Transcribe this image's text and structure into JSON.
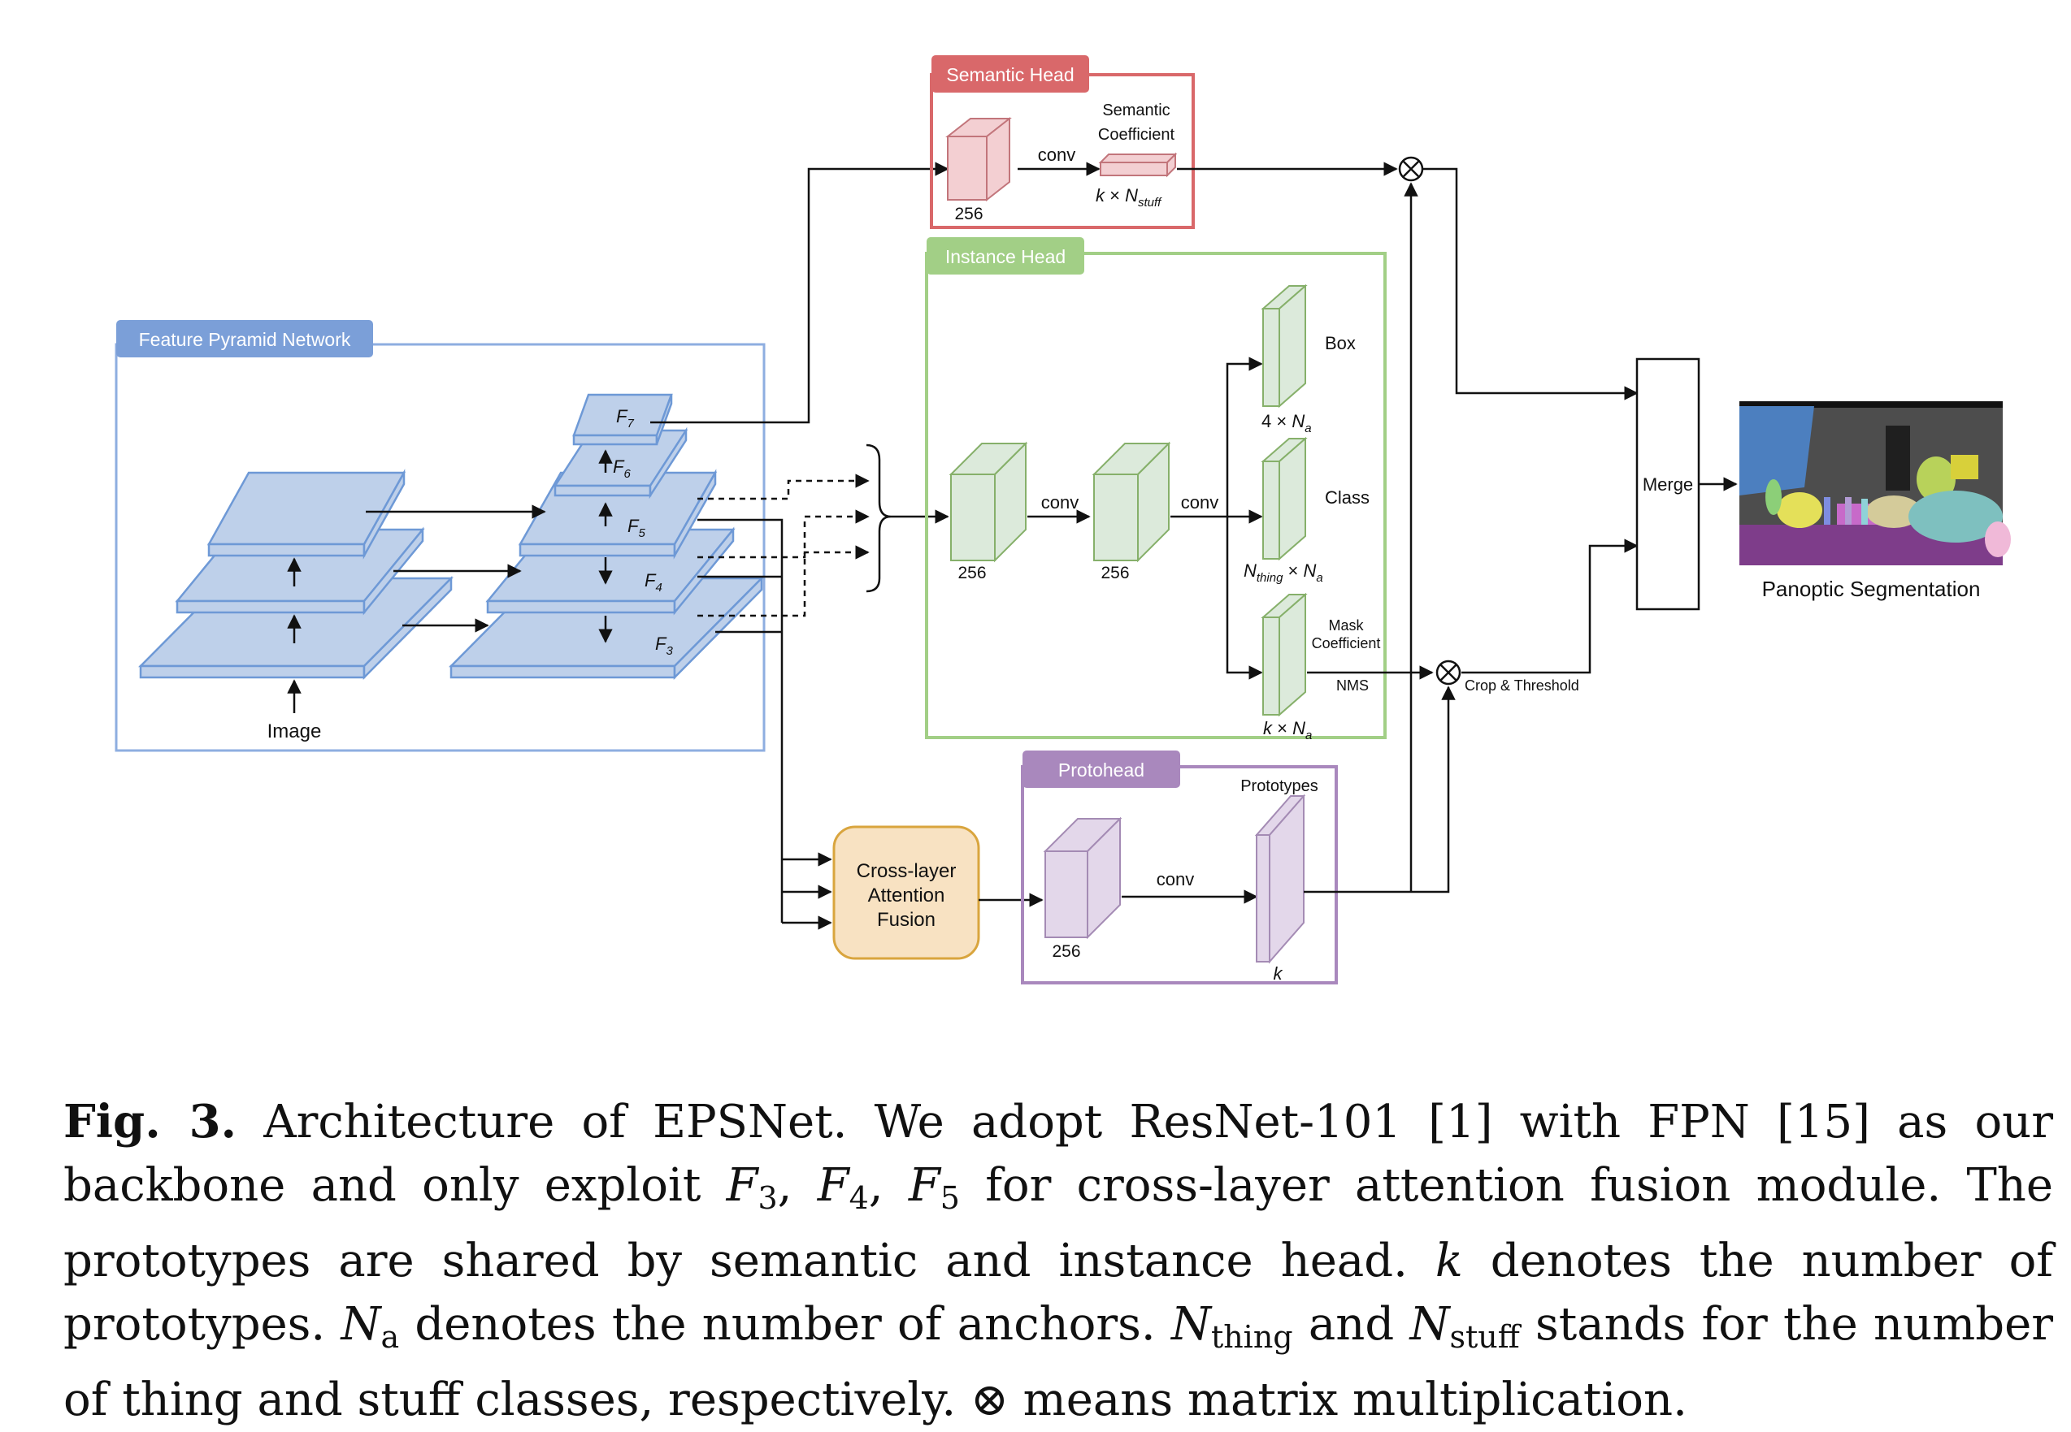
{
  "fpn": {
    "title": "Feature Pyramid Network",
    "input_label": "Image",
    "levels": [
      "F7",
      "F6",
      "F5",
      "F4",
      "F3"
    ]
  },
  "semantic_head": {
    "title": "Semantic Head",
    "channels": "256",
    "conv": "conv",
    "coef_label": [
      "Semantic",
      "Coefficient"
    ],
    "coef_dim": "k × N_stuff"
  },
  "instance_head": {
    "title": "Instance Head",
    "channels_a": "256",
    "channels_b": "256",
    "conv_a": "conv",
    "conv_b": "conv",
    "box_label": "Box",
    "box_dim": "4 × N_a",
    "class_label": "Class",
    "class_dim": "N_thing × N_a",
    "mask_label": [
      "Mask",
      "Coefficient"
    ],
    "mask_dim": "k × N_a",
    "nms": "NMS"
  },
  "fusion": {
    "label": [
      "Cross-layer",
      "Attention",
      "Fusion"
    ]
  },
  "protohead": {
    "title": "Protohead",
    "channels": "256",
    "conv": "conv",
    "proto_label": "Prototypes",
    "proto_dim": "k"
  },
  "post": {
    "crop": "Crop & Threshold",
    "merge": "Merge",
    "output": "Panoptic Segmentation"
  },
  "colors": {
    "semantic": "#d9686a",
    "instance": "#a2cf86",
    "fpn": "#7b9fd8",
    "proto": "#a988bd",
    "fusion": "#f8e2c2",
    "fusion_border": "#d9a53e"
  },
  "caption": {
    "label": "Fig. 3.",
    "segments": [
      {
        "t": " Architecture of EPSNet. We adopt ResNet-101 [1] with FPN [15] as our backbone and only exploit "
      },
      {
        "m": "F",
        "s": "3"
      },
      {
        "t": ", "
      },
      {
        "m": "F",
        "s": "4"
      },
      {
        "t": ", "
      },
      {
        "m": "F",
        "s": "5"
      },
      {
        "t": " for cross-layer attention fusion module. The prototypes are shared by semantic and instance head. "
      },
      {
        "m": "k"
      },
      {
        "t": " denotes the number of prototypes. "
      },
      {
        "m": "N",
        "s": "a"
      },
      {
        "t": " denotes the number of anchors. "
      },
      {
        "m": "N",
        "s": "thing"
      },
      {
        "t": " and "
      },
      {
        "m": "N",
        "s": "stuff"
      },
      {
        "t": " stands for the number of thing and stuff classes, respectively. ⊗ means matrix multiplication."
      }
    ]
  }
}
